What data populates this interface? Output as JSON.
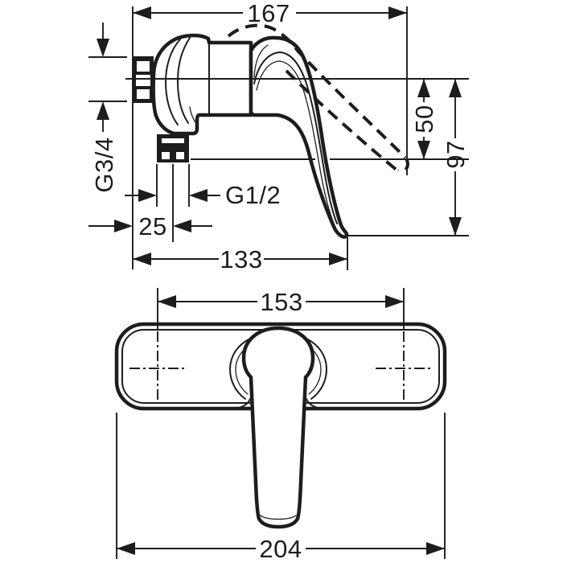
{
  "drawing": {
    "ink_color": "#1d1d1d",
    "side_view": {
      "dim_total_width": "167",
      "dim_inlet_thread": "G3/4",
      "dim_outlet_drop": "50",
      "dim_handle_drop": "97",
      "dim_outlet_thread": "G1/2",
      "dim_outlet_offset": "25",
      "dim_length": "133"
    },
    "front_view": {
      "dim_hole_centers": "153",
      "dim_total_width": "204"
    }
  }
}
